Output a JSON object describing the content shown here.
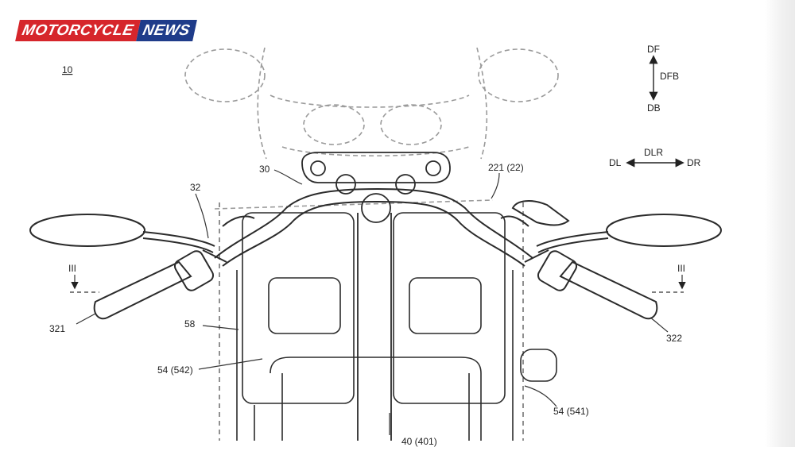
{
  "logo": {
    "part1": "MOTORCYCLE",
    "part2": "NEWS"
  },
  "colors": {
    "line": "#2b2b2b",
    "dashed": "#9a9a9a",
    "logo_red": "#d6262b",
    "logo_blue": "#1f3c8a"
  },
  "labels": {
    "figure": "10",
    "handlebar": "30",
    "left_handle": "32",
    "cover": "221 (22)",
    "section_left": "III",
    "section_right": "III",
    "left_grip": "321",
    "right_grip": "322",
    "part58": "58",
    "part54_left": "54 (542)",
    "part54_right": "54 (541)",
    "frame": "40 (401)",
    "df": "DF",
    "dfb": "DFB",
    "db": "DB",
    "dl": "DL",
    "dlr": "DLR",
    "dr": "DR"
  }
}
